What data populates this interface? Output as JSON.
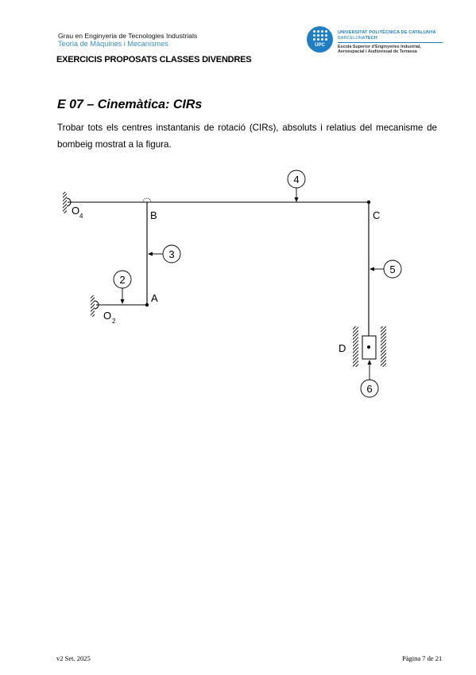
{
  "header": {
    "degree": "Grau en Enginyeria de Tecnologies Industrials",
    "course": "Teoria de Màquines i Mecanismes",
    "section_title": "EXERCICIS PROPOSATS CLASSES DIVENDRES"
  },
  "logo": {
    "acronym": "UPC",
    "university": "UNIVERSITAT POLITÈCNICA DE CATALUNYA",
    "tagline_prefix": "BARCELONA",
    "tagline_suffix": "TECH",
    "school_line1": "Escola Superior d'Enginyeries Industrial,",
    "school_line2": "Aeroespacial i Audiovisual de Terrassa",
    "color": "#1f7fc2"
  },
  "exercise": {
    "heading": "E 07 – Cinemàtica: CIRs",
    "statement": "Trobar tots els centres instantanis de rotació (CIRs), absoluts i relatius del mecanisme de bombeig mostrat a la figura."
  },
  "figure": {
    "point_labels": {
      "O4": "O",
      "O4_sub": "4",
      "B": "B",
      "C": "C",
      "A": "A",
      "O2": "O",
      "O2_sub": "2",
      "D": "D"
    },
    "link_numbers": {
      "link2": "2",
      "link3": "3",
      "link4": "4",
      "link5": "5",
      "link6": "6"
    }
  },
  "footer": {
    "version": "v2 Set. 2025",
    "page": "Pàgina 7 de 21"
  }
}
